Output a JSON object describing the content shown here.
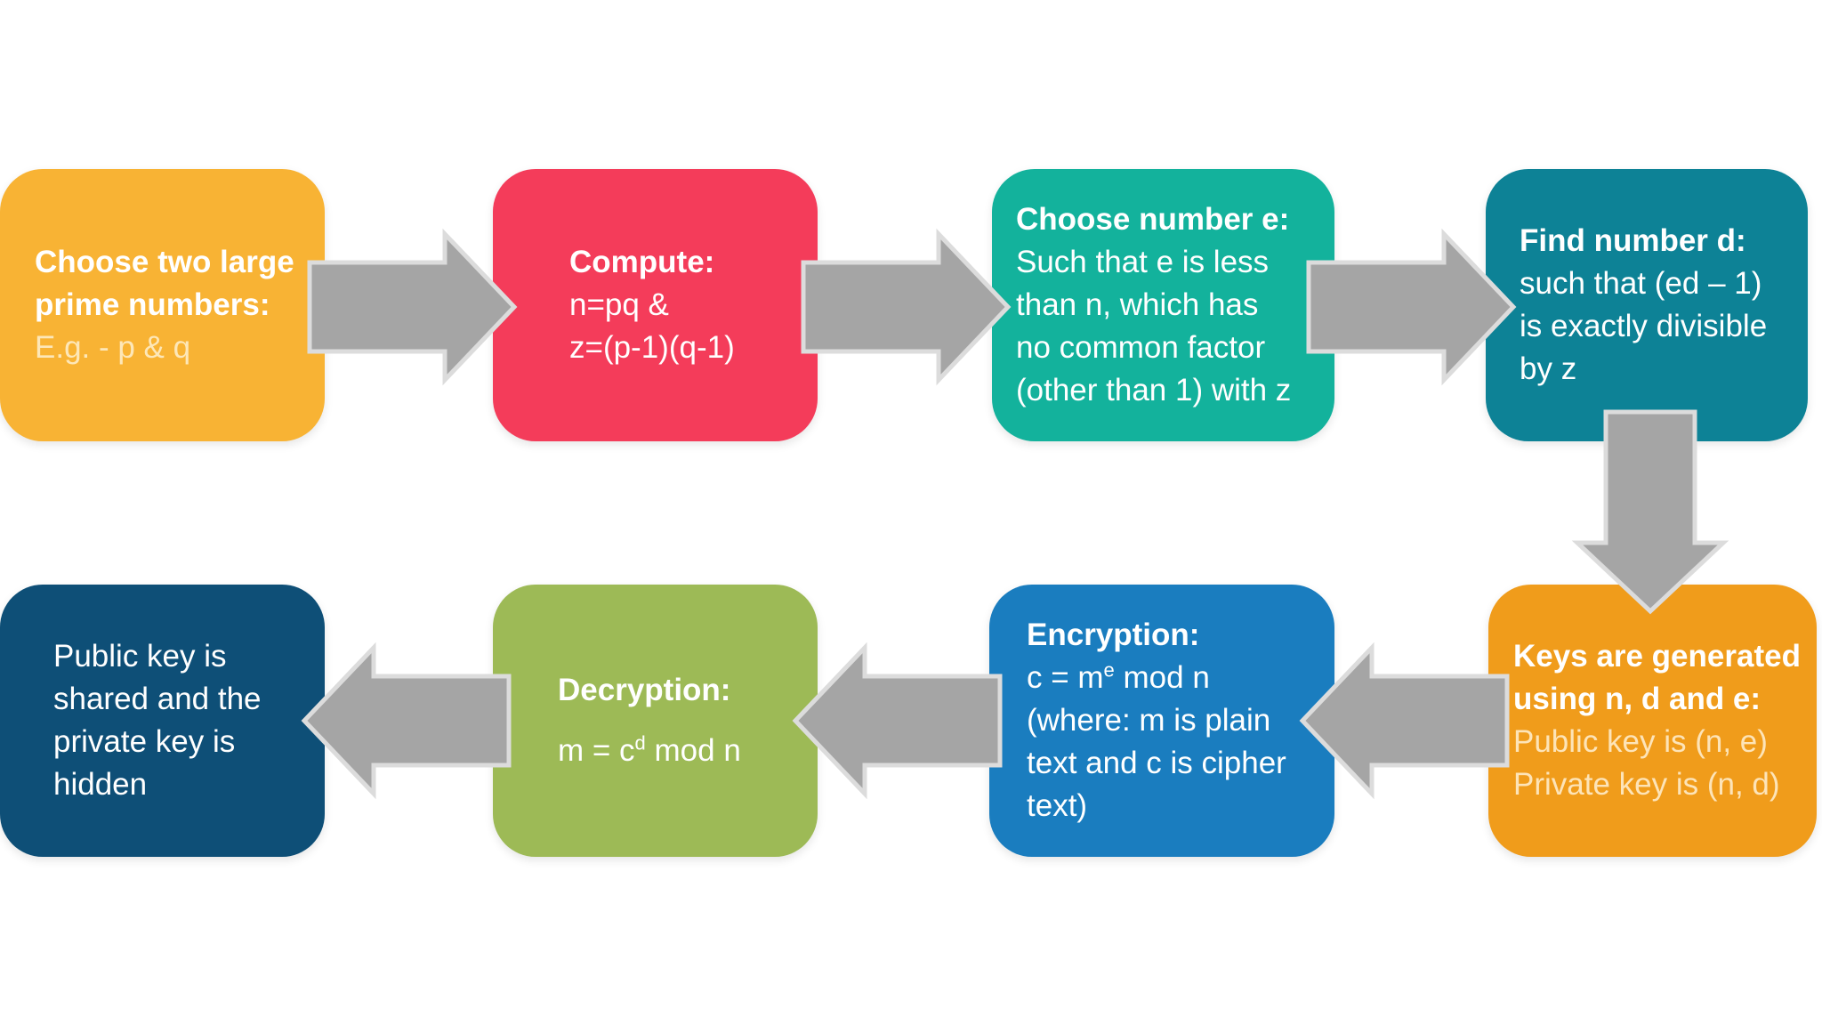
{
  "colors": {
    "primes": "#f8b334",
    "compute": "#f43c5a",
    "choose_e": "#13b29c",
    "find_d": "#0d8296",
    "keys": "#f09c1b",
    "encryption": "#1a7dbf",
    "decryption": "#9dba56",
    "public_key": "#0e4f77",
    "arrow": "#a5a5a5"
  },
  "steps": {
    "primes": {
      "title_1": "Choose two large",
      "title_2": "prime numbers:",
      "body_1": "E.g. - p & q"
    },
    "compute": {
      "title": "Compute:",
      "body_1": "n=pq &",
      "body_2": "z=(p-1)(q-1)"
    },
    "choose_e": {
      "title": "Choose number e:",
      "body_1": "Such that e is less",
      "body_2": "than n, which has",
      "body_3": "no common factor",
      "body_4": "(other than 1) with z"
    },
    "find_d": {
      "title": "Find number d:",
      "body_1": "such that (ed – 1)",
      "body_2": "is exactly divisible",
      "body_3": "by z"
    },
    "keys": {
      "title_1": "Keys are generated",
      "title_2": "using n, d and e:",
      "body_1": "Public key is (n, e)",
      "body_2": "Private key is (n, d)"
    },
    "encryption": {
      "title": "Encryption:",
      "formula_lhs": "c = m",
      "formula_sup": "e",
      "formula_rhs": " mod n",
      "body_1": "(where: m is plain",
      "body_2": "text and c is cipher",
      "body_3": "text)"
    },
    "decryption": {
      "title": "Decryption:",
      "formula_lhs": "m = c",
      "formula_sup": "d",
      "formula_rhs": " mod n"
    },
    "public_key": {
      "body_1": "Public key is",
      "body_2": "shared and the",
      "body_3": "private key is",
      "body_4": "hidden"
    }
  }
}
